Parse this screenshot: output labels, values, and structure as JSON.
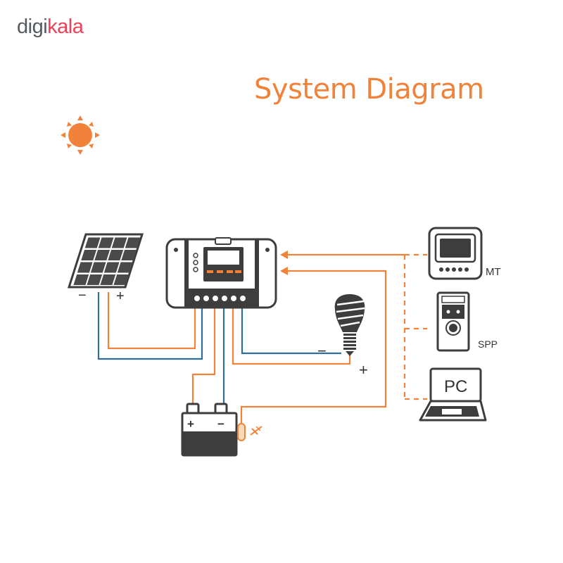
{
  "logo": {
    "part1": "digi",
    "part2": "kala"
  },
  "title": "System Diagram",
  "labels": {
    "mt": "MT",
    "spp": "SPP",
    "pc": "PC",
    "panel_minus": "−",
    "panel_plus": "+",
    "load_minus": "−",
    "load_plus": "+",
    "battery_plus": "+",
    "battery_minus": "−"
  },
  "colors": {
    "orange": "#f0823a",
    "blue": "#2e6e99",
    "device": "#3d3d3d",
    "logo_grey": "#555a60",
    "logo_red": "#ef4056"
  },
  "icons": [
    "sun-icon",
    "solar-panel-icon",
    "charge-controller-icon",
    "light-bulb-icon",
    "battery-icon",
    "temperature-sensor-icon",
    "meter-icon",
    "spp-device-icon",
    "laptop-icon"
  ]
}
